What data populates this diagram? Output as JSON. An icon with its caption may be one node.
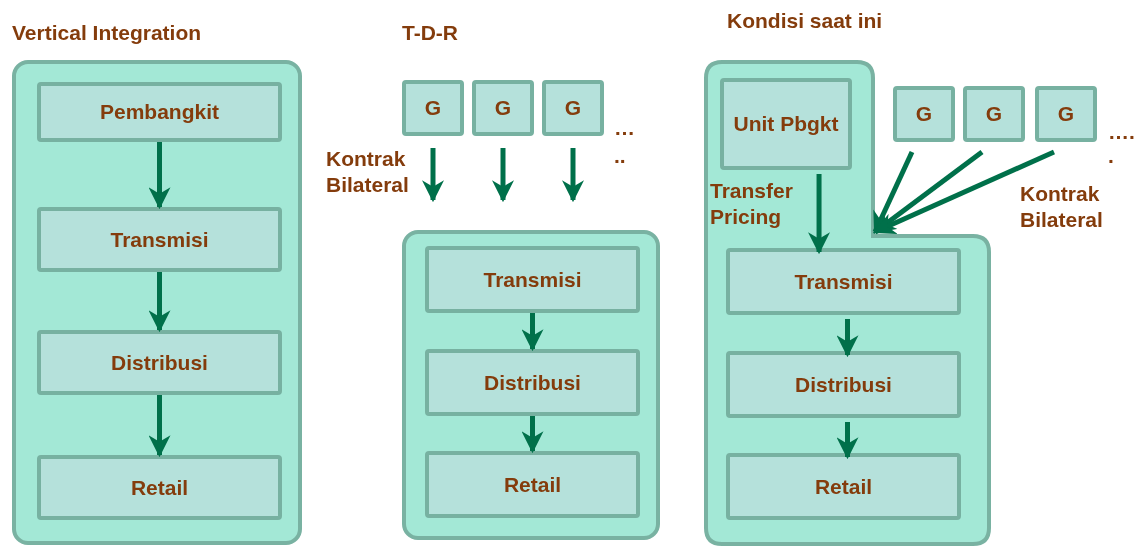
{
  "diagram": {
    "nodes": [
      {
        "text": [],
        "shape": "box"
      },
      {
        "text": [
          "Pembangkit"
        ],
        "in": 0
      },
      {
        "text": [
          "Transmisi"
        ],
        "in": 0
      },
      {
        "text": [
          "Distribusi"
        ],
        "in": 0
      },
      {
        "text": [
          "Retail"
        ],
        "in": 0
      },
      {
        "text": [
          "G"
        ]
      },
      {
        "text": [
          "G"
        ]
      },
      {
        "text": [
          "G"
        ]
      },
      {
        "text": [],
        "shape": "box"
      },
      {
        "text": [
          "Transmisi"
        ],
        "in": 8
      },
      {
        "text": [
          "Distribusi"
        ],
        "in": 8
      },
      {
        "text": [
          "Retail"
        ],
        "in": 8
      },
      {
        "text": [],
        "shape": "box"
      },
      {
        "text": [
          "Unit Pbgkt"
        ],
        "in": 12
      },
      {
        "text": [
          "G"
        ]
      },
      {
        "text": [
          "G"
        ]
      },
      {
        "text": [
          "G"
        ]
      },
      {
        "text": [
          "Transmisi"
        ],
        "in": 12
      },
      {
        "text": [
          "Distribusi"
        ],
        "in": 12
      },
      {
        "text": [
          "Retail"
        ],
        "in": 12
      }
    ],
    "edges": [
      {
        "from": 1,
        "to": 2,
        "arrow": "to"
      },
      {
        "from": 2,
        "to": 3,
        "arrow": "to"
      },
      {
        "from": 3,
        "to": 4,
        "arrow": "to"
      },
      {
        "from": 5,
        "to": 8,
        "arrow": "to",
        "label": "Kontrak Bilateral"
      },
      {
        "from": 6,
        "to": 8,
        "arrow": "to"
      },
      {
        "from": 7,
        "to": 8,
        "arrow": "to"
      },
      {
        "from": 9,
        "to": 10,
        "arrow": "to"
      },
      {
        "from": 10,
        "to": 11,
        "arrow": "to"
      },
      {
        "from": 13,
        "to": 17,
        "arrow": "to",
        "label": "Transfer Pricing"
      },
      {
        "from": 14,
        "to": 12,
        "arrow": "to"
      },
      {
        "from": 15,
        "to": 12,
        "arrow": "to"
      },
      {
        "from": 16,
        "to": 12,
        "arrow": "to",
        "label": "Kontrak Bilateral"
      },
      {
        "from": 17,
        "to": 18,
        "arrow": "to"
      },
      {
        "from": 18,
        "to": 19,
        "arrow": "to"
      }
    ],
    "labels": [
      "Vertical Integration",
      "T-D-R",
      "Kondisi saat ini",
      "…",
      "..",
      "….",
      "."
    ]
  }
}
